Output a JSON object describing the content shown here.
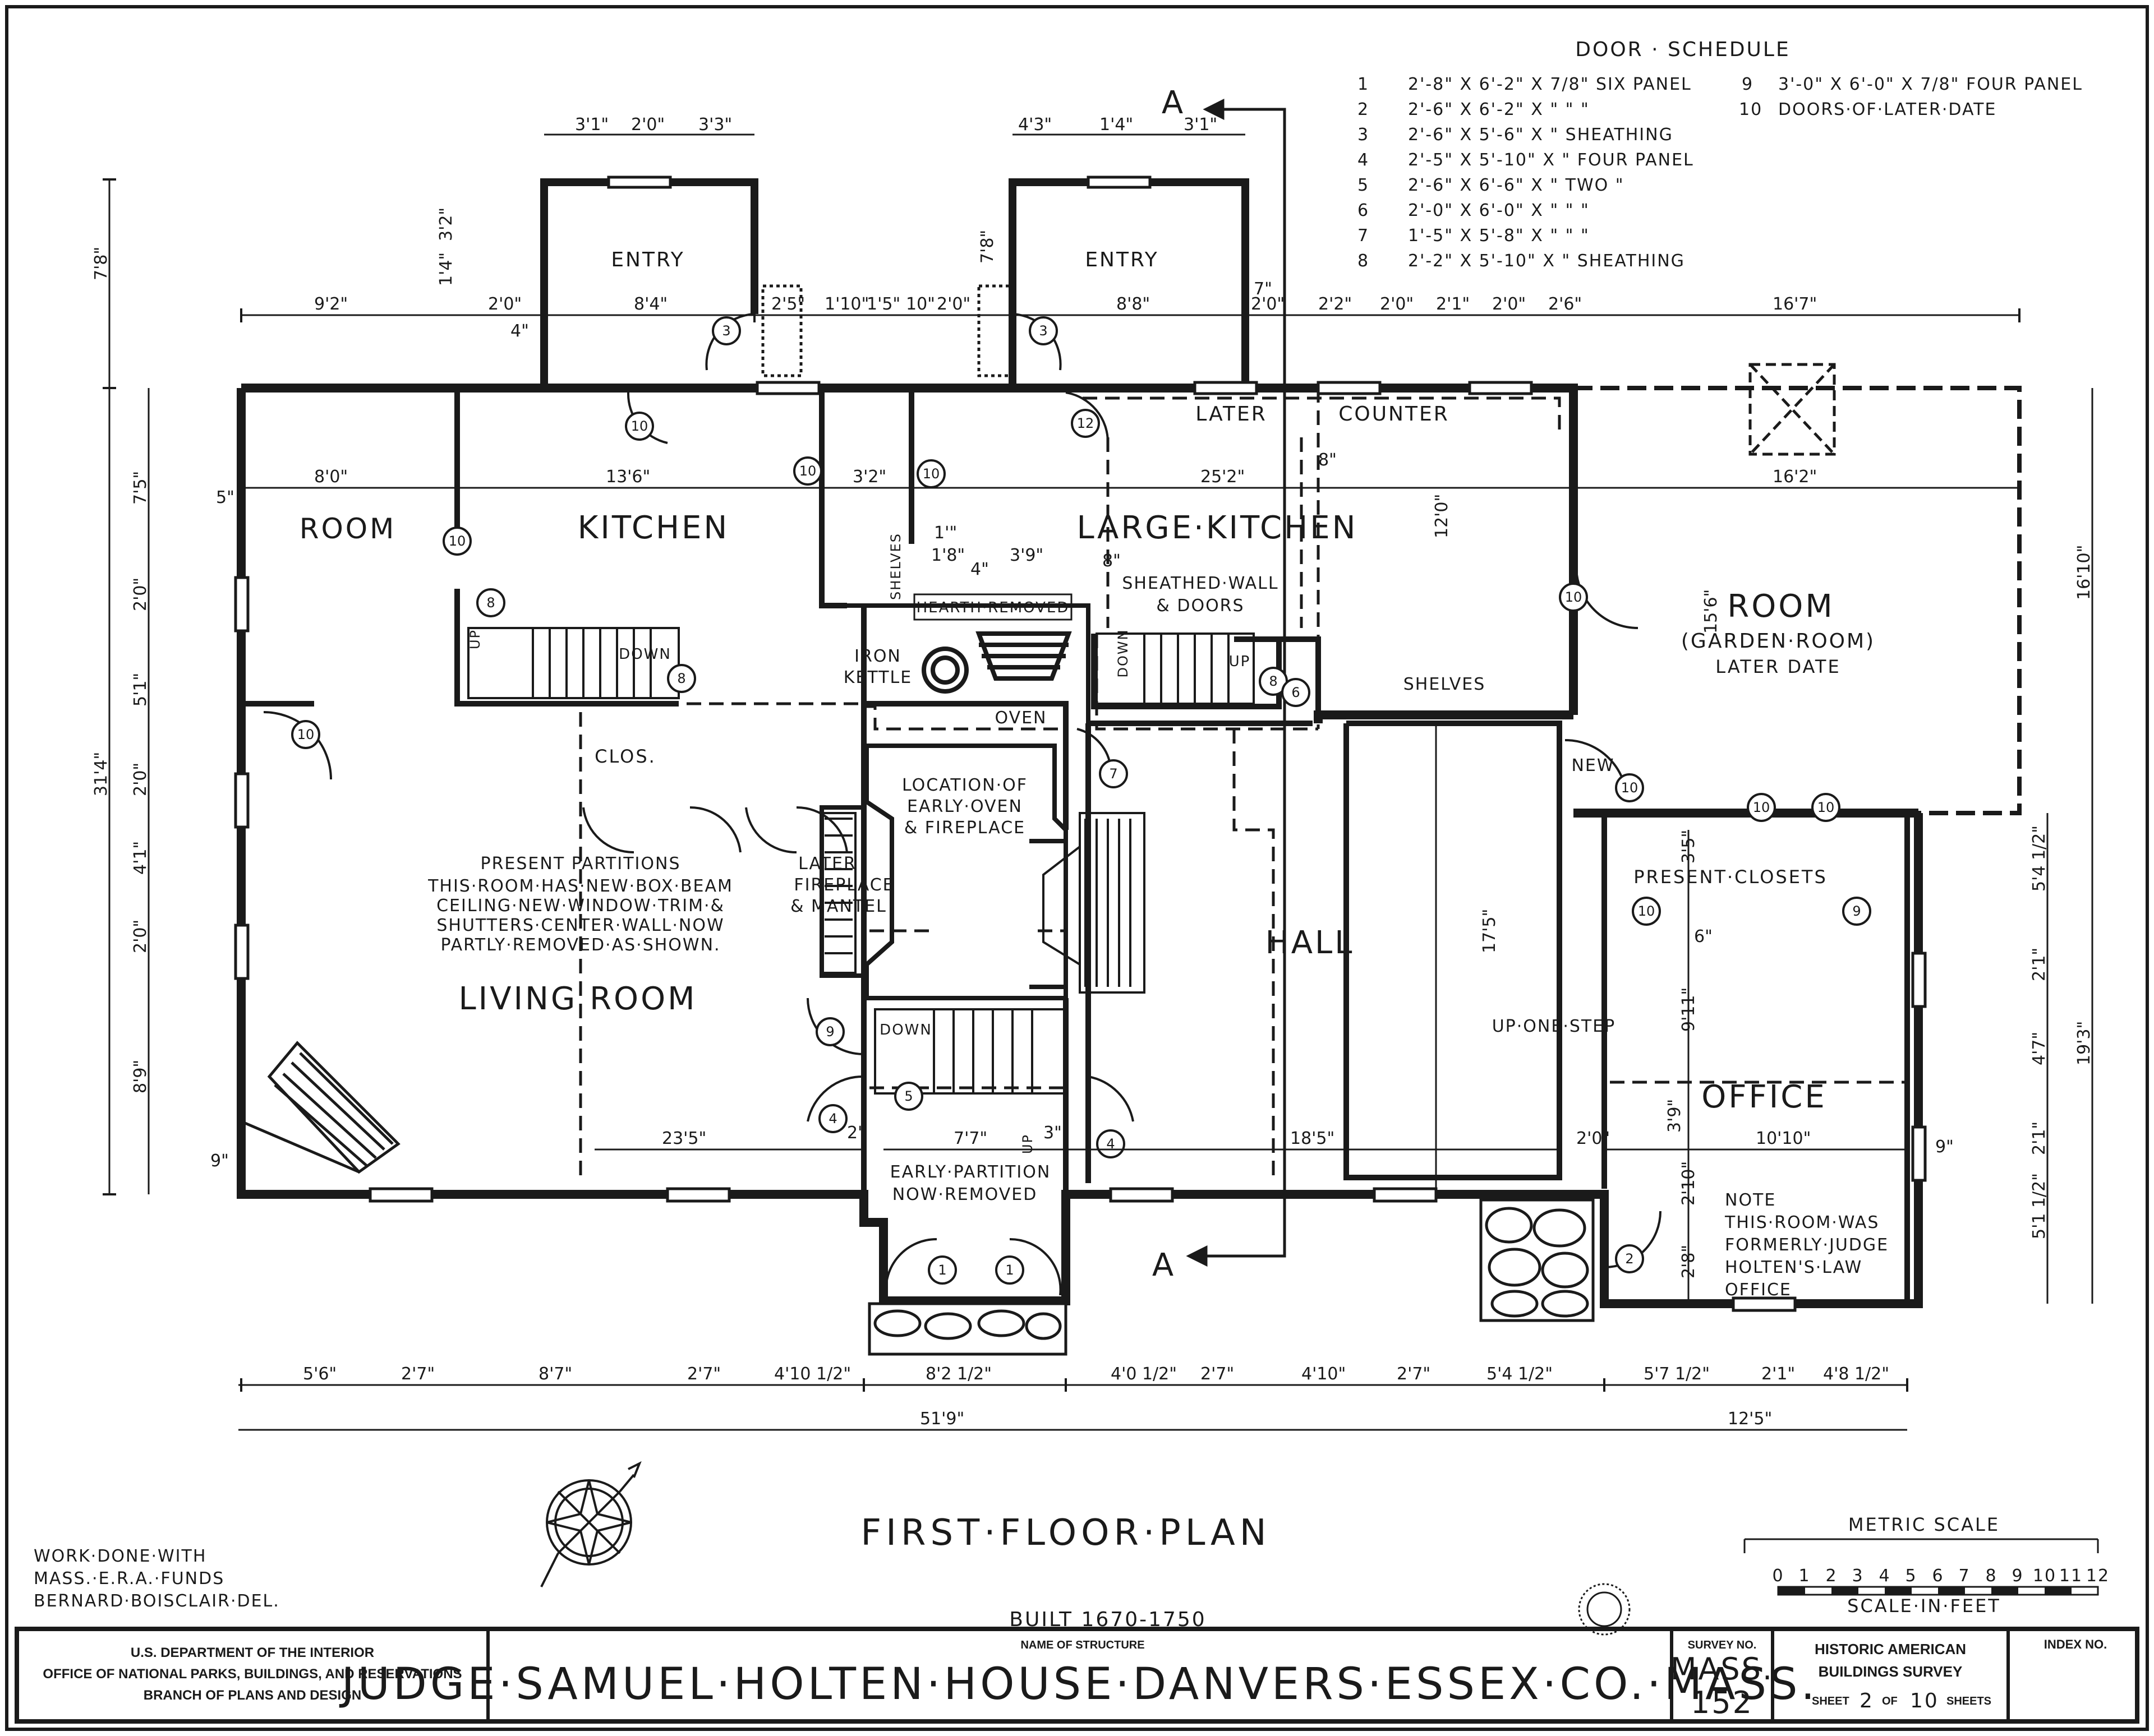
{
  "rooms": {
    "entry_left": "ENTRY",
    "entry_right": "ENTRY",
    "room_left": "ROOM",
    "kitchen": "KITCHEN",
    "large_kitchen": "LARGE·KITCHEN",
    "later": "LATER",
    "counter": "COUNTER",
    "room_right": "ROOM",
    "garden_room": "(GARDEN·ROOM)",
    "later_date": "LATER DATE",
    "hall": "HALL",
    "living_room": "LIVING ROOM",
    "office": "OFFICE",
    "clos": "CLOS.",
    "present_closets": "PRESENT·CLOSETS"
  },
  "notes": {
    "hearth_removed": "HEARTH·REMOVED",
    "iron_kettle_1": "IRON",
    "iron_kettle_2": "KETTLE",
    "oven": "OVEN",
    "shelves_left": "SHELVES",
    "shelves_right": "SHELVES",
    "sheathed_1": "SHEATHED·WALL",
    "sheathed_2": "& DOORS",
    "location_1": "LOCATION·OF",
    "location_2": "EARLY·OVEN",
    "location_3": "& FIREPLACE",
    "later_fp_1": "LATER",
    "later_fp_2": "FIREPLACE",
    "later_fp_3": "& MANTEL",
    "partitions_1": "PRESENT PARTITIONS",
    "partitions_2": "THIS·ROOM·HAS·NEW·BOX·BEAM",
    "partitions_3": "CEILING·NEW·WINDOW·TRIM·&",
    "partitions_4": "SHUTTERS·CENTER·WALL·NOW",
    "partitions_5": "PARTLY·REMOVED·AS·SHOWN.",
    "early_partition_1": "EARLY·PARTITION",
    "early_partition_2": "NOW·REMOVED",
    "up_one_step": "UP·ONE·STEP",
    "new": "NEW",
    "down_1": "DOWN",
    "down_2": "DOWN",
    "down_3": "DOWN",
    "up_1": "UP",
    "up_2": "UP",
    "up_3": "UP",
    "office_note_1": "NOTE",
    "office_note_2": "THIS·ROOM·WAS",
    "office_note_3": "FORMERLY·JUDGE",
    "office_note_4": "HOLTEN'S·LAW",
    "office_note_5": "OFFICE"
  },
  "door_schedule": {
    "title": "DOOR · SCHEDULE",
    "items": [
      {
        "num": "1",
        "text": "2'-8\" X 6'-2\" X 7/8\"   SIX PANEL"
      },
      {
        "num": "2",
        "text": "2'-6\" X 6'-2\" X \"       \"      \""
      },
      {
        "num": "3",
        "text": "2'-6\" X 5'-6\" X \"     SHEATHING"
      },
      {
        "num": "4",
        "text": "2'-5\" X 5'-10\" X \"    FOUR PANEL"
      },
      {
        "num": "5",
        "text": "2'-6\" X 6'-6\" X \"     TWO     \""
      },
      {
        "num": "6",
        "text": "2'-0\" X 6'-0\" X \"        \"      \""
      },
      {
        "num": "7",
        "text": "1'-5\" X 5'-8\" X \"        \"      \""
      },
      {
        "num": "8",
        "text": "2'-2\" X 5'-10\" X \"   SHEATHING"
      },
      {
        "num": "9",
        "text": "3'-0\" X 6'-0\" X 7/8\"  FOUR PANEL"
      },
      {
        "num": "10",
        "text": "DOORS·OF·LATER·DATE"
      }
    ]
  },
  "door_tags": [
    "1",
    "1",
    "2",
    "3",
    "3",
    "4",
    "4",
    "5",
    "6",
    "7",
    "8",
    "8",
    "8",
    "9",
    "10",
    "10",
    "10",
    "10",
    "10",
    "10",
    "10",
    "10",
    "10",
    "10",
    "12"
  ],
  "section_marks": {
    "top": "A",
    "bottom": "A"
  },
  "dimensions": {
    "entry_left_top": [
      "3'1\"",
      "2'0\"",
      "3'3\""
    ],
    "entry_right_top": [
      "4'3\"",
      "1'4\"",
      "3'1\""
    ],
    "upper_run": [
      "9'2\"",
      "2'0\"",
      "8'4\"",
      "2'5\"",
      "1'10\"",
      "1'5\"",
      "10\"",
      "2'0\"",
      "8'8\"",
      "2'0\"",
      "2'2\"",
      "2'0\"",
      "2'1\"",
      "2'0\"",
      "2'6\"",
      "16'7\""
    ],
    "room_row": [
      "8'0\"",
      "13'6\"",
      "3'2\"",
      "25'2\"",
      "16'2\""
    ],
    "hearth": [
      "1'8\"",
      "3'9\"",
      "4\"",
      "8\"",
      "1'\""
    ],
    "interior": [
      "23'5\"",
      "7'7\"",
      "18'5\"",
      "2'0\"",
      "10'10\"",
      "12'0\"",
      "15'6\"",
      "17'5\"",
      "9'11\"",
      "3'9\"",
      "2'8\"",
      "2'10\"",
      "3'5\"",
      "6\"",
      "8\"",
      "3\"",
      "2\"",
      "7\"",
      "5\"",
      "9\"",
      "4\"",
      "3'2\"",
      "1'4\"",
      "7'8\""
    ],
    "left_side": [
      "7'5\"",
      "2'0\"",
      "5'1\"",
      "2'0\"",
      "4'1\"",
      "2'0\"",
      "8'9\"",
      "31'4\"",
      "7'8\""
    ],
    "right_side": [
      "16'10\"",
      "5'4 1/2\"",
      "2'1\"",
      "4'7\"",
      "2'1\"",
      "5'1 1/2\"",
      "19'3\"",
      "9\""
    ],
    "bottom_run": [
      "5'6\"",
      "2'7\"",
      "8'7\"",
      "2'7\"",
      "4'10 1/2\"",
      "8'2 1/2\"",
      "4'0 1/2\"",
      "2'7\"",
      "4'10\"",
      "2'7\"",
      "5'4 1/2\"",
      "5'7 1/2\"",
      "2'1\"",
      "4'8 1/2\""
    ],
    "overall": [
      "51'9\"",
      "12'5\""
    ]
  },
  "title": {
    "plan_title": "FIRST·FLOOR·PLAN",
    "built": "BUILT  1670-1750"
  },
  "credits": {
    "line1": "WORK·DONE·WITH",
    "line2": "MASS.·E.R.A.·FUNDS",
    "line3": "BERNARD·BOISCLAIR·DEL."
  },
  "scale": {
    "metric": "METRIC   SCALE",
    "ticks": [
      "0",
      "1",
      "2",
      "3",
      "4",
      "5",
      "6",
      "7",
      "8",
      "9",
      "10",
      "11",
      "12"
    ],
    "label": "SCALE·IN·FEET"
  },
  "title_block": {
    "dept_1": "U.S. DEPARTMENT OF THE INTERIOR",
    "dept_2": "OFFICE OF NATIONAL PARKS, BUILDINGS, AND RESERVATIONS",
    "dept_3": "BRANCH OF PLANS AND DESIGN",
    "name_label": "NAME OF STRUCTURE",
    "name": "JUDGE·SAMUEL·HOLTEN·HOUSE·DANVERS·ESSEX·CO.·MASS.",
    "survey_label": "SURVEY NO.",
    "survey_1": "MASS.",
    "survey_2": "152",
    "habs_1": "HISTORIC AMERICAN",
    "habs_2": "BUILDINGS SURVEY",
    "sheet_prefix": "SHEET",
    "sheet_num": "2",
    "sheet_mid": "OF",
    "sheet_total": "10",
    "sheet_suffix": "SHEETS",
    "index_label": "INDEX NO."
  },
  "colors": {
    "ink": "#1a1a1a",
    "paper": "#ffffff"
  }
}
